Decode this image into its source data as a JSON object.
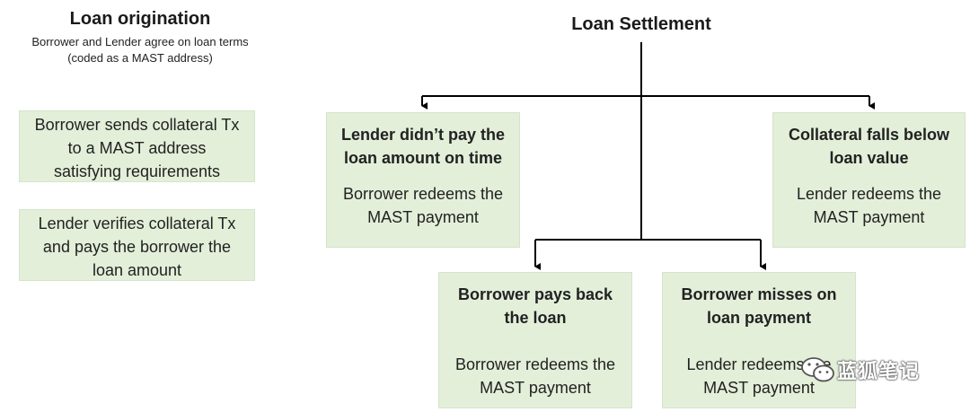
{
  "left": {
    "title": "Loan origination",
    "subtitle_line1": "Borrower and Lender agree on loan terms",
    "subtitle_line2": "(coded as a MAST address)",
    "box1": "Borrower sends collateral Tx to a MAST address satisfying requirements",
    "box2": "Lender verifies collateral Tx and pays the borrower the loan amount"
  },
  "right": {
    "title": "Loan Settlement",
    "cases": [
      {
        "heading": "Lender didn’t pay the loan amount on time",
        "outcome": "Borrower redeems the MAST payment"
      },
      {
        "heading": "Collateral falls below loan value",
        "outcome": "Lender redeems the MAST payment"
      },
      {
        "heading": "Borrower pays back the loan",
        "outcome": "Borrower redeems the MAST payment"
      },
      {
        "heading": "Borrower misses on loan payment",
        "outcome": "Lender redeems the MAST payment"
      }
    ]
  },
  "watermark": {
    "text": "蓝狐笔记",
    "icon": "wechat-icon"
  },
  "colors": {
    "box_fill": "#e3efd9",
    "line": "#000000"
  }
}
